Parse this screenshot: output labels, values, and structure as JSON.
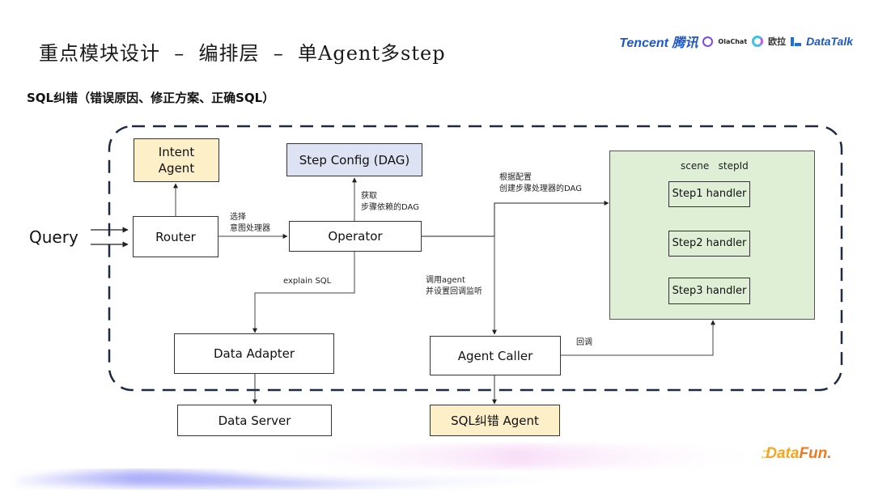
{
  "slide": {
    "title": "重点模块设计  –  编排层  –  单Agent多step",
    "subtitle": "SQL纠错（错误原因、修正方案、正确SQL）"
  },
  "logos": {
    "tencent": "Tencent 腾讯",
    "olachat": "OlaChat",
    "oula": "欧拉",
    "datatalk": "DataTalk",
    "datafun_data": "Data",
    "datafun_fun": "Fun."
  },
  "diagram": {
    "query_label": "Query",
    "nodes": {
      "intent_agent": "Intent\nAgent",
      "step_config": "Step Config (DAG)",
      "router": "Router",
      "operator": "Operator",
      "data_adapter": "Data Adapter",
      "agent_caller": "Agent Caller",
      "data_server": "Data Server",
      "sql_agent": "SQL纠错 Agent",
      "step1": "Step1 handler",
      "step2": "Step2 handler",
      "step3": "Step3 handler",
      "scene_header": "scene   stepId"
    },
    "edge_labels": {
      "router_to_operator": "选择\n意图处理器",
      "operator_to_config": "获取\n步骤依赖的DAG",
      "operator_to_scene": "根据配置\n创建步骤处理器的DAG",
      "operator_to_adapter": "explain SQL",
      "operator_to_caller": "调用agent\n并设置回调监听",
      "caller_to_scene": "回调"
    },
    "colors": {
      "agent_fill": "#fdefc8",
      "config_fill": "#dde3f3",
      "scene_fill": "#dfefd6",
      "boundary_stroke": "#1e2a44"
    }
  }
}
